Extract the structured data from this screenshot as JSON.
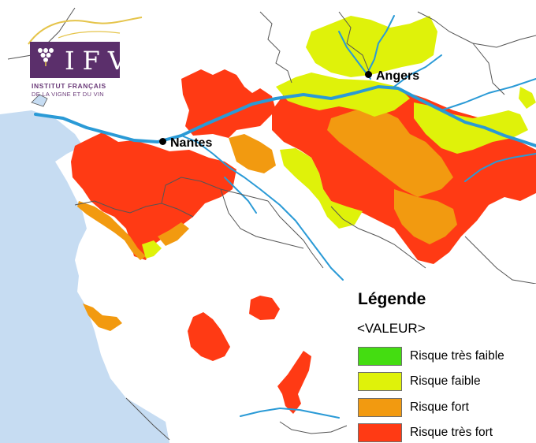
{
  "logo": {
    "letters": "IFV",
    "line1": "INSTITUT FRANÇAIS",
    "line2": "DE LA VIGNE ET DU VIN",
    "color": "#5b2f6b",
    "accent": "#e5c44a"
  },
  "cities": [
    {
      "id": "nantes",
      "name": "Nantes"
    },
    {
      "id": "angers",
      "name": "Angers"
    }
  ],
  "legend": {
    "title": "Légende",
    "field": "<VALEUR>",
    "items": [
      {
        "label": "Risque très faible",
        "color": "#44dd11"
      },
      {
        "label": "Risque faible",
        "color": "#dff20a"
      },
      {
        "label": "Risque fort",
        "color": "#f29a10"
      },
      {
        "label": "Risque très fort",
        "color": "#ff3a14"
      }
    ]
  },
  "colors": {
    "sea": "#c6dcf2",
    "river": "#2a9ad6",
    "boundary": "#555555"
  }
}
